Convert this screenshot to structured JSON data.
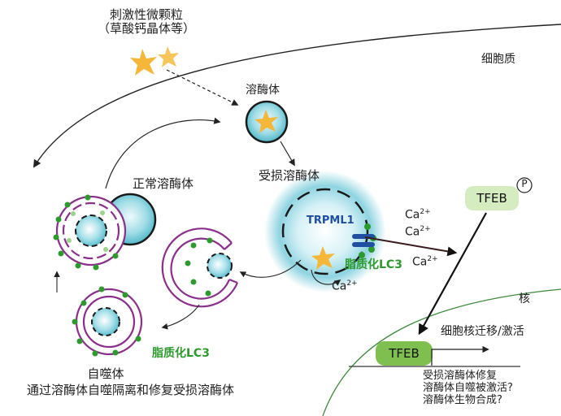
{
  "labels": {
    "stimulus_line1": "刺激性微颗粒",
    "stimulus_line2": "（草酸钙晶体等）",
    "cytoplasm": "细胞质",
    "lysosome": "溶酶体",
    "damaged_lysosome": "受损溶酶体",
    "normal_lysosome": "正常溶酶体",
    "trpml1": "TRPML1",
    "lipidated_lc3_top": "脂质化LC3",
    "lipidated_lc3_bottom": "脂质化LC3",
    "ca_upper_1": "Ca",
    "ca_upper_2": "Ca",
    "ca_mid": "Ca",
    "ca_low": "Ca",
    "ca_charge": "2+",
    "tfeb_cytoplasm": "TFEB",
    "phospho_mark": "P",
    "nucleus": "核",
    "nuclear_translocation": "细胞核迁移/激活",
    "tfeb_nucleus": "TFEB",
    "outcomes": [
      "受损溶酶体修复",
      "溶酶体自噬被激活?",
      "溶酶体生物合成?"
    ],
    "autophagosome": "自噬体",
    "autophagy_caption": "通过溶酶体自噬隔离和修复受损溶酶体"
  },
  "colors": {
    "lysosome_cyan": "#5bc3d3",
    "lipidated_lc3_green": "#2e9a2e",
    "membrane_purple": "#8a2f8a",
    "trpml1_blue": "#1f4fa0",
    "tfeb_fill": "#d5ebc0",
    "tfeb_nucleus_fill": "#7fbf4f",
    "nucleus_line": "#3e8a3e",
    "crystal": "#f4b73a"
  },
  "icons": [
    "crystal-icon",
    "phospho-circle-icon",
    "arrow-icon"
  ]
}
